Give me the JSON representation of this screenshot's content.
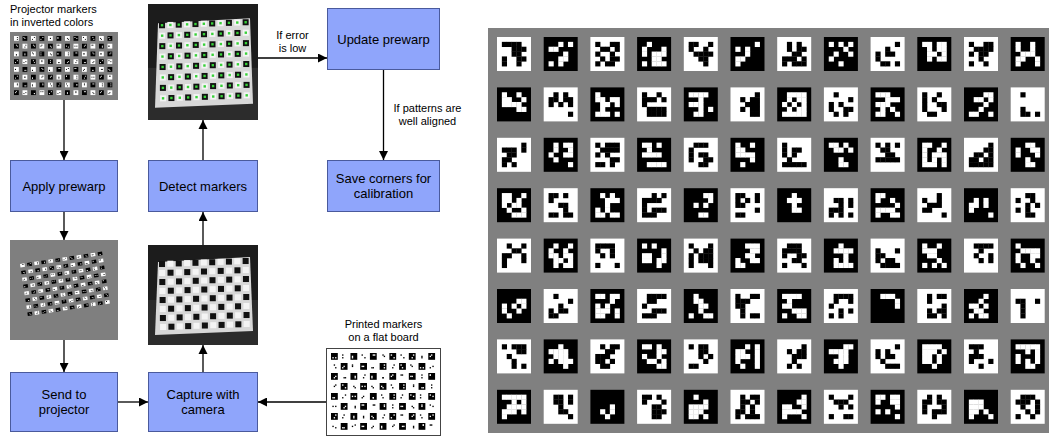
{
  "diagram": {
    "nodes": [
      {
        "text": [
          "Projector markers in inverted colors"
        ]
      },
      {
        "text": [
          "Apply prewarp"
        ]
      },
      {
        "text": [
          "Detect markers"
        ]
      },
      {
        "text": [
          "Update prewarp"
        ]
      },
      {
        "text": [
          "Save corners for calibration"
        ]
      },
      {
        "text": [
          "Send to projector"
        ]
      },
      {
        "text": [
          "Capture with camera"
        ]
      },
      {
        "text": [
          "Printed markers on a flat board"
        ]
      }
    ],
    "edges": [
      {
        "from": 0,
        "to": 1,
        "arrow": "to"
      },
      {
        "from": 1,
        "to": 5,
        "arrow": "to"
      },
      {
        "from": 5,
        "to": 6,
        "arrow": "to"
      },
      {
        "from": 7,
        "to": 6,
        "arrow": "to"
      },
      {
        "from": 6,
        "to": 2,
        "arrow": "to"
      },
      {
        "from": 2,
        "to": 3,
        "label": "If error is low",
        "arrow": "to"
      },
      {
        "from": 3,
        "to": 4,
        "label": "If patterns are well aligned",
        "arrow": "to"
      }
    ]
  }
}
